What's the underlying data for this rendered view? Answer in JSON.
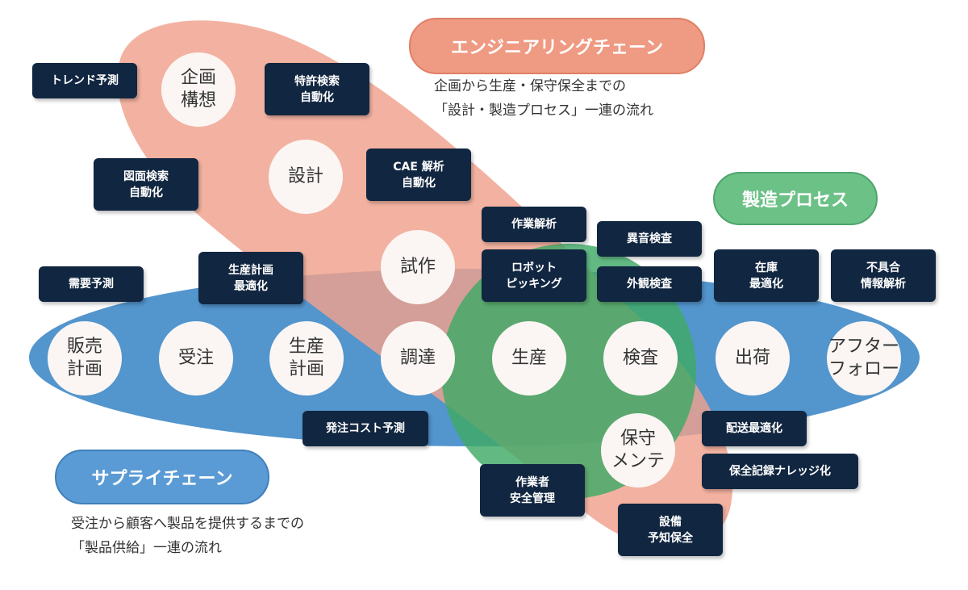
{
  "labels": {
    "engineering": {
      "title": "エンジニアリングチェーン",
      "desc": "企画から生産・保守保全までの\n「設計・製造プロセス」一連の流れ"
    },
    "process": {
      "title": "製造プロセス"
    },
    "supply": {
      "title": "サプライチェーン",
      "desc": "受注から顧客へ製品を提供するまでの\n「製品供給」一連の流れ"
    }
  },
  "colors": {
    "engineering": "#f0a18c",
    "process": "#5dbb7d",
    "supply": "#3b86c6",
    "box": "#112640",
    "stage": "#fbf6f4"
  },
  "stages": {
    "kikaku": "企画\n構想",
    "sekkei": "設計",
    "shisaku": "試作",
    "hanbai": "販売\n計画",
    "juchu": "受注",
    "seisan_keikaku": "生産\n計画",
    "chotatsu": "調達",
    "seisan": "生産",
    "kensa": "検査",
    "shukka": "出荷",
    "after": "アフター\nフォロー",
    "hoshu": "保守\nメンテ"
  },
  "solutions": {
    "trend": "トレンド予測",
    "patent": "特許検索\n自動化",
    "drawing": "図面検索\n自動化",
    "cae": "CAE 解析\n自動化",
    "work_analysis": "作業解析",
    "abnormal_sound": "異音検査",
    "demand": "需要予測",
    "production_plan": "生産計画\n最適化",
    "robot": "ロボット\nピッキング",
    "appearance": "外観検査",
    "inventory": "在庫\n最適化",
    "defect": "不具合\n情報解析",
    "order_cost": "発注コスト予測",
    "delivery": "配送最適化",
    "maintenance_record": "保全記録ナレッジ化",
    "worker_safety": "作業者\n安全管理",
    "predictive": "設備\n予知保全"
  }
}
